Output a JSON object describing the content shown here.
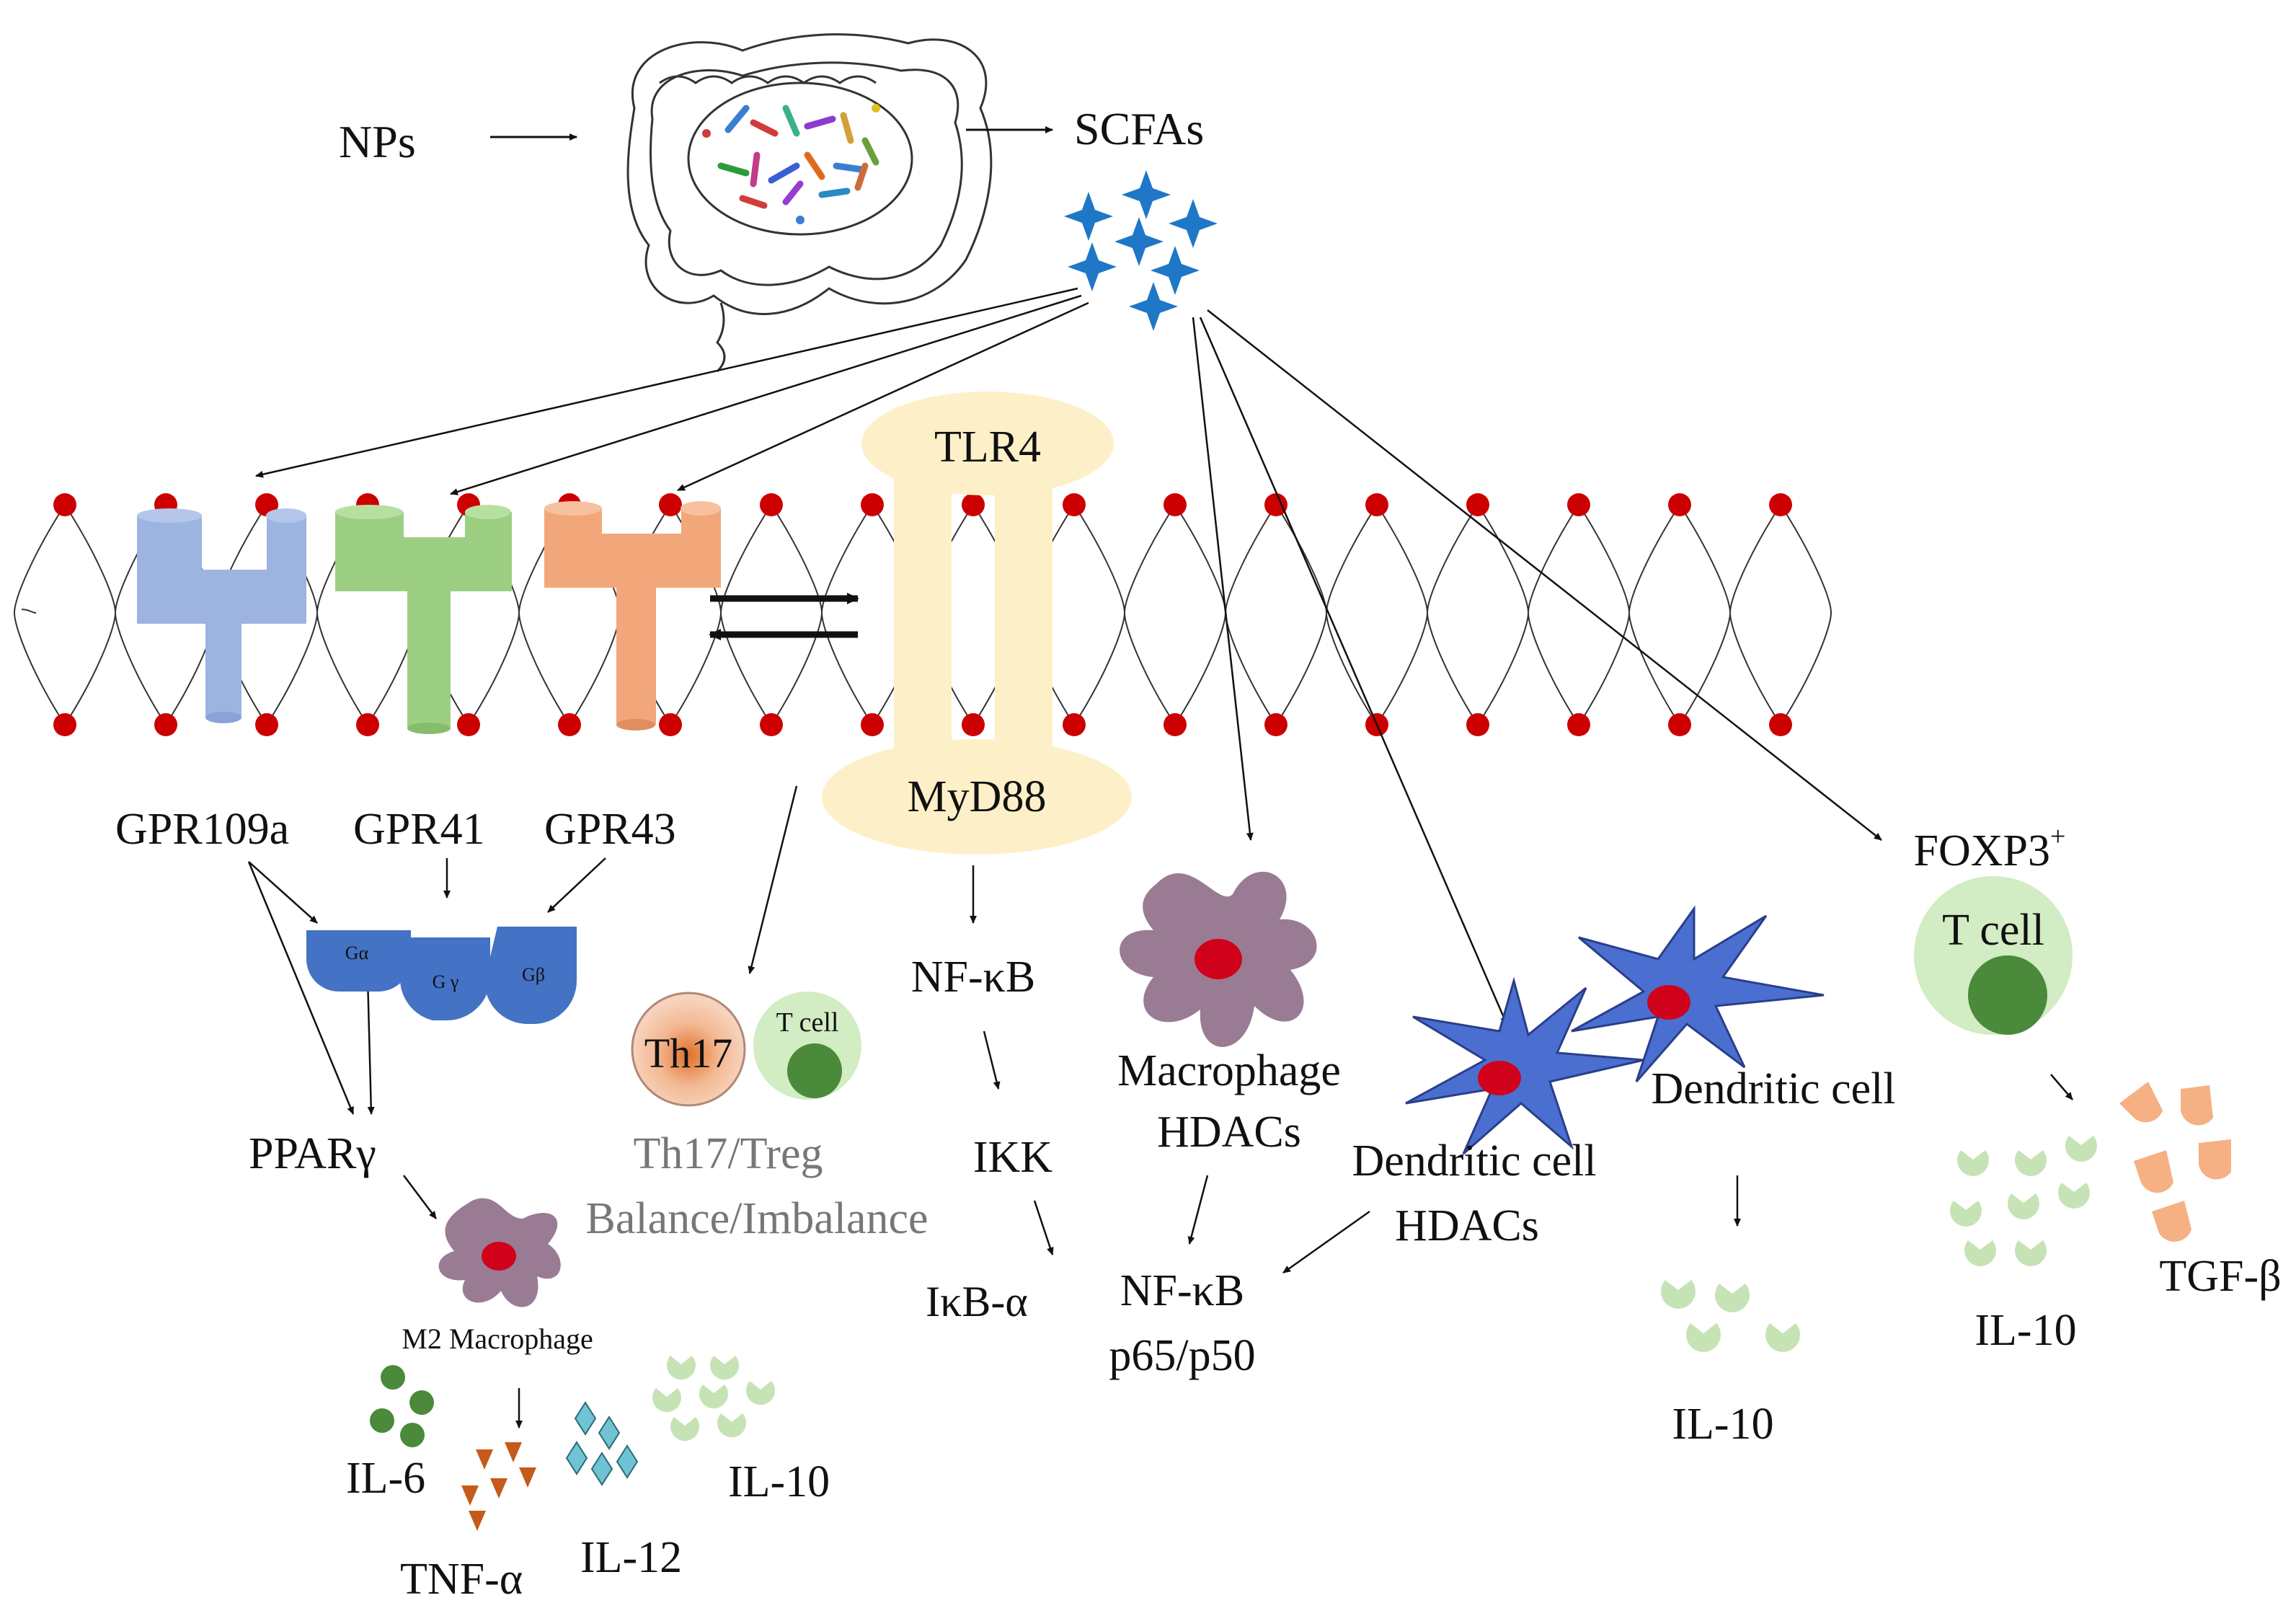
{
  "inputs": {
    "nps": "NPs",
    "scfas": "SCFAs"
  },
  "receptors": {
    "gpr109a": "GPR109a",
    "gpr41": "GPR41",
    "gpr43": "GPR43",
    "tlr4": "TLR4",
    "myd88": "MyD88"
  },
  "g_protein": {
    "alpha": "Gα",
    "gamma": "G γ",
    "beta": "Gβ"
  },
  "pathway": {
    "ppar": "PPARγ",
    "nfkb": "NF-κB",
    "ikk": "IKK",
    "ikba": "IκB-α",
    "nfkb2_line1": "NF-κB",
    "nfkb2_line2": "p65/p50"
  },
  "cells": {
    "m2_macrophage": "M2 Macrophage",
    "th17": "Th17",
    "tcell": "T cell",
    "th17_treg_line1": "Th17/Treg",
    "th17_treg_line2": "Balance/Imbalance",
    "macrophage_line1": "Macrophage",
    "macrophage_line2": "HDACs",
    "dendritic_a_line1": "Dendritic cell",
    "dendritic_a_line2": "HDACs",
    "dendritic_b": "Dendritic cell",
    "foxp3": "FOXP3",
    "foxp3_sup": "+",
    "foxp3_tcell": "T cell"
  },
  "cytokines": {
    "il6": "IL-6",
    "tnfa": "TNF-α",
    "il12": "IL-12",
    "il10_m2": "IL-10",
    "il10_dc": "IL-10",
    "il10_treg": "IL-10",
    "tgfb": "TGF-β"
  },
  "colors": {
    "lipid_head": "#cc0000",
    "gpr109a": "#9db3e0",
    "gpr41": "#9ccf82",
    "gpr43": "#f2a77a",
    "tlr4": "#fdf0c8",
    "g_protein": "#4472c4",
    "scfa_star": "#1f77c8",
    "macrophage": "#9a7b94",
    "dendritic": "#4a6fd0",
    "il6": "#4a8a3a",
    "tnfa": "#c65a1a",
    "il12": "#6fc3d3",
    "il10": "#c6e3b6",
    "tgfb": "#f5b084"
  }
}
